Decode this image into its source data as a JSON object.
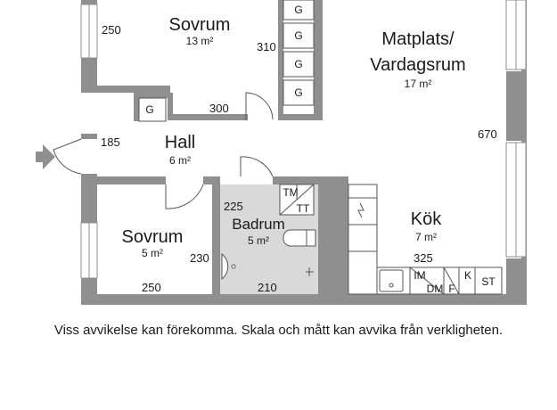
{
  "rooms": {
    "sovrum_top": {
      "name": "Sovrum",
      "area": "13 m²"
    },
    "matplats": {
      "name_line1": "Matplats/",
      "name_line2": "Vardagsrum",
      "area": "17 m²"
    },
    "hall": {
      "name": "Hall",
      "area": "6 m²"
    },
    "badrum": {
      "name": "Badrum",
      "area": "5 m²"
    },
    "kok": {
      "name": "Kök",
      "area": "7 m²"
    },
    "sovrum_bottom": {
      "name": "Sovrum",
      "area": "5 m²"
    }
  },
  "dimensions": {
    "sovrum_top_left": "250",
    "sovrum_top_right": "310",
    "sovrum_top_bottom": "300",
    "matplats_right": "670",
    "hall_left": "185",
    "badrum_top": "225",
    "badrum_bottom": "210",
    "sovrum_bottom_right": "230",
    "sovrum_bottom_bottom": "250",
    "kok_width": "325"
  },
  "fixtures": {
    "wardrobe": "G",
    "tm": "TM",
    "tt": "TT",
    "im": "IM",
    "dm": "DM",
    "k": "K",
    "f": "F",
    "st": "ST"
  },
  "disclaimer": "Viss avvikelse kan förekomma. Skala och mått kan avvika från verkligheten."
}
